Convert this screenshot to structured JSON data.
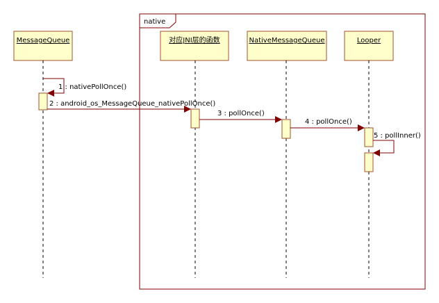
{
  "frame": {
    "label": "native"
  },
  "lifelines": [
    {
      "id": "mq",
      "name": "MessageQueue"
    },
    {
      "id": "jni",
      "name": "对应JNI层的函数"
    },
    {
      "id": "nmq",
      "name": "NativeMessageQueue"
    },
    {
      "id": "looper",
      "name": "Looper"
    }
  ],
  "messages": [
    {
      "label": "1 : nativePollOnce()"
    },
    {
      "label": "2 : android_os_MessageQueue_nativePollOnce()"
    },
    {
      "label": "3 : pollOnce()"
    },
    {
      "label": "4 : pollOnce()"
    },
    {
      "label": "5 : pollInner()"
    }
  ],
  "colors": {
    "box_fill": "#ffffcc",
    "box_stroke": "#a0522d",
    "arrow": "#800000",
    "frame_stroke": "#800000",
    "line": "#000000"
  }
}
